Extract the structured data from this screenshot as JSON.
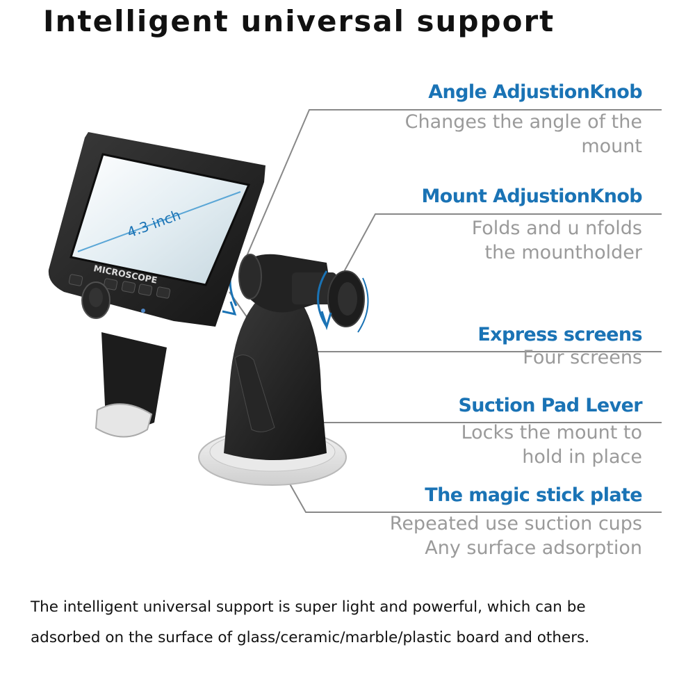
{
  "title": "Intelligent universal support",
  "device": {
    "screen_size_label": "4.3 inch",
    "brand_label": "MICROSCOPE"
  },
  "features": [
    {
      "title": "Angle AdjustionKnob",
      "desc": [
        "Changes the angle of the",
        "mount"
      ]
    },
    {
      "title": "Mount AdjustionKnob",
      "desc": [
        "Folds and u nfolds",
        "the mountholder"
      ]
    },
    {
      "title": "Express screens",
      "desc": [
        "Four screens"
      ]
    },
    {
      "title": "Suction Pad Lever",
      "desc": [
        "Locks the mount to",
        "hold in place"
      ]
    },
    {
      "title": "The magic stick plate",
      "desc": [
        "Repeated use suction cups",
        "Any surface adsorption"
      ]
    }
  ],
  "caption": [
    "The intelligent universal support is super light and powerful, which can be",
    "adsorbed on the surface of glass/ceramic/marble/plastic board and others."
  ],
  "colors": {
    "accent": "#1a73b5",
    "muted": "#9a9a9a",
    "leader": "#888888"
  }
}
